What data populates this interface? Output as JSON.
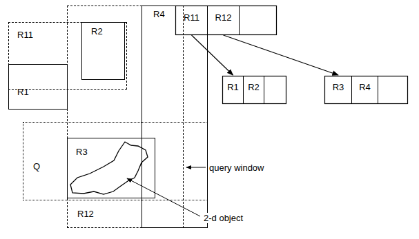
{
  "diagram": {
    "nodes": [
      {
        "text": [
          "R11"
        ]
      },
      {
        "text": [
          "R2"
        ],
        "in": 0
      },
      {
        "text": [
          "R1"
        ]
      },
      {
        "text": [
          "R12"
        ]
      },
      {
        "text": [
          "R3"
        ],
        "in": 3
      },
      {
        "text": [
          "R4"
        ]
      },
      {
        "text": [
          "Q"
        ]
      },
      {
        "text": [
          "R11"
        ]
      },
      {
        "text": [
          "R12"
        ]
      },
      {
        "text": [
          "R1"
        ]
      },
      {
        "text": [
          "R2"
        ]
      },
      {
        "text": [
          "R3"
        ]
      },
      {
        "text": [
          "R4"
        ]
      }
    ],
    "edges": [
      {
        "from": 7,
        "to": 9,
        "arrow": "to"
      },
      {
        "from": 8,
        "to": 11,
        "arrow": "to"
      }
    ],
    "labels": [
      "query window",
      "2-d object"
    ]
  }
}
